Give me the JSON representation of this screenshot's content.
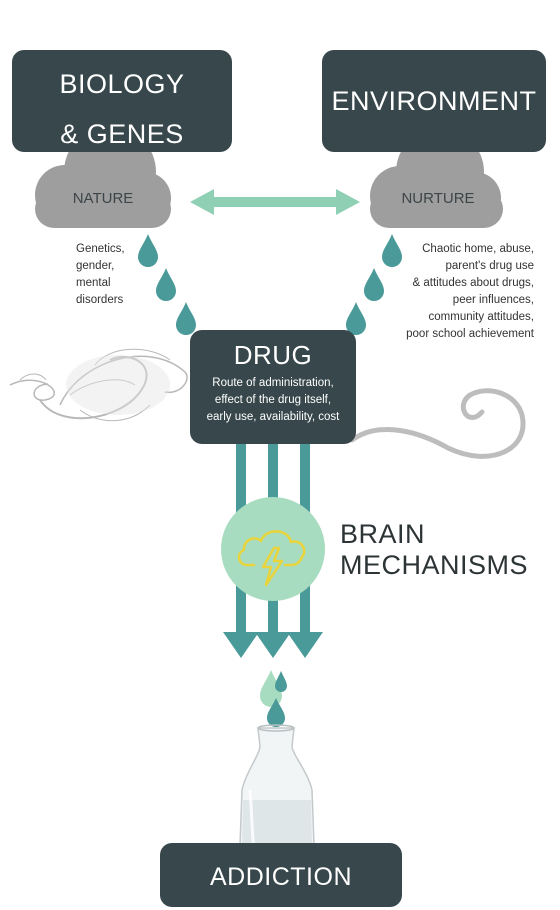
{
  "boxes": {
    "biology": [
      "BIOLOGY",
      "& GENES"
    ],
    "environment": "ENVIRONMENT",
    "drug": "DRUG",
    "drug_description": [
      "Route of administration,",
      "effect of the drug itself,",
      "early use, availability, cost"
    ],
    "addiction": "ADDICTION"
  },
  "clouds": {
    "nature": "NATURE",
    "nurture": "NURTURE"
  },
  "factors": {
    "nature": [
      "Genetics,",
      "gender,",
      "mental",
      "disorders"
    ],
    "nurture": [
      "Chaotic home, abuse,",
      "parent's drug use",
      "& attitudes about drugs,",
      "peer influences,",
      "community attitudes,",
      "poor school achievement"
    ]
  },
  "brain_mechanisms": [
    "BRAIN",
    "MECHANISMS"
  ],
  "colors": {
    "box": "#37474b",
    "cloud": "#9e9e9e",
    "teal": "#4a9a9a",
    "mint": "#8fd0b4",
    "circle": "#a8dcc0",
    "bolt": "#e8d33a"
  },
  "icons": [
    "cloud-icon",
    "raindrop-icon",
    "double-arrow-icon",
    "storm-cloud-icon",
    "lightning-bolt-icon",
    "down-arrow-icon",
    "carafe-icon",
    "swirl-icon"
  ]
}
